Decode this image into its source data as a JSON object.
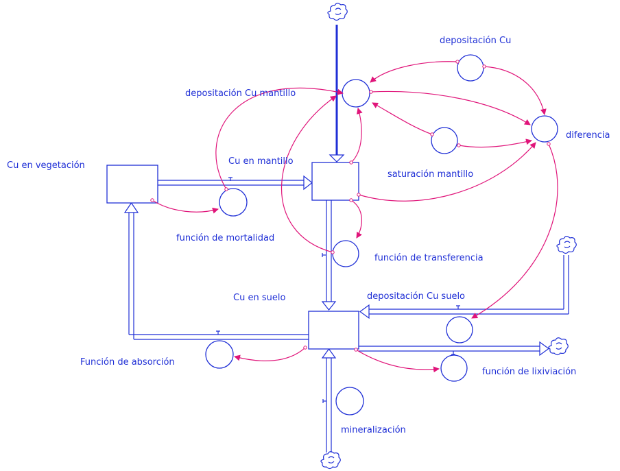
{
  "diagram": {
    "stocks": {
      "cu_vegetacion": "Cu en vegetación",
      "cu_mantillo": "Cu en mantillo",
      "cu_suelo": "Cu en suelo"
    },
    "variables": {
      "deposit_cu": "depositación Cu",
      "deposit_cu_mantillo": "depositación Cu mantillo",
      "diferencia": "diferencia",
      "saturacion_mantillo": "saturación mantillo",
      "funcion_mortalidad": "función de mortalidad",
      "funcion_transferencia": "función de transferencia",
      "deposit_cu_suelo": "depositación Cu suelo",
      "funcion_absorcion": "Función de absorción",
      "funcion_lixiviacion": "función de lixiviación",
      "mineralizacion": "mineralización"
    },
    "colors": {
      "structure": "#1f2fd6",
      "links": "#e0157a"
    }
  }
}
